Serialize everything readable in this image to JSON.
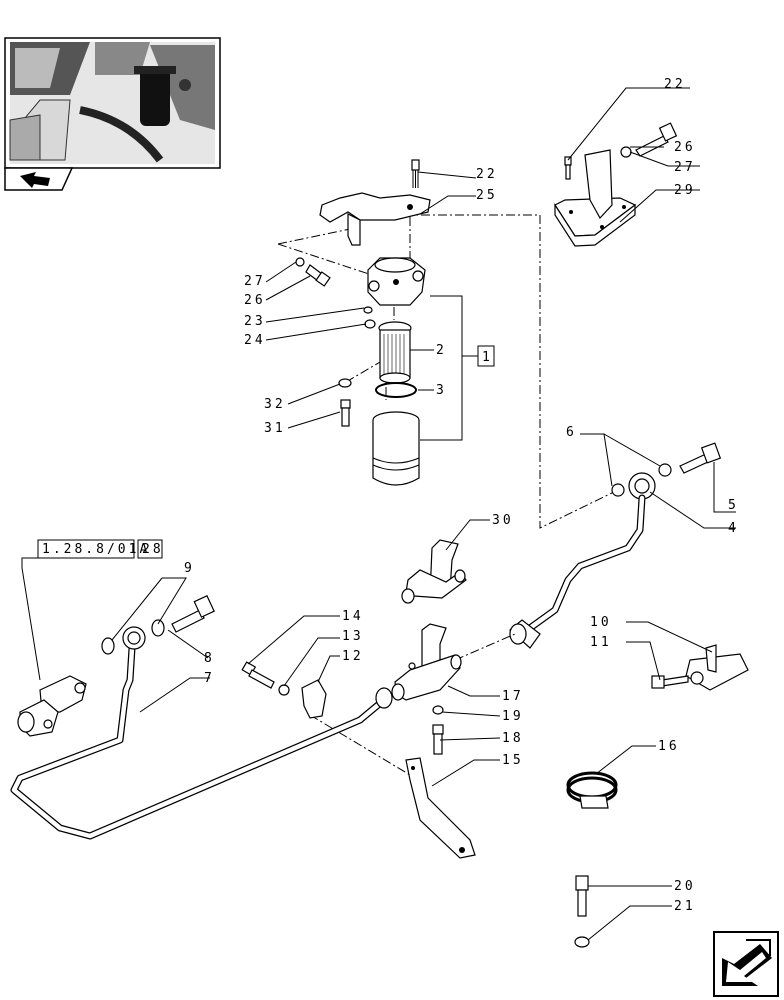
{
  "callouts": {
    "c22a": "22",
    "c26a": "26",
    "c27a": "27",
    "c29": "29",
    "c22b": "22",
    "c25": "25",
    "c27b": "27",
    "c26b": "26",
    "c23": "23",
    "c24": "24",
    "c2": "2",
    "c3": "3",
    "c1": "1",
    "c32": "32",
    "c31": "31",
    "c6": "6",
    "c5": "5",
    "c4": "4",
    "c30": "30",
    "c9": "9",
    "c8": "8",
    "c7": "7",
    "c14": "14",
    "c13": "13",
    "c12": "12",
    "c10": "10",
    "c11": "11",
    "c17": "17",
    "c19": "19",
    "c18": "18",
    "c15": "15",
    "c16": "16",
    "c20": "20",
    "c21": "21"
  },
  "reference": {
    "code": "1.28.8/01A",
    "page": "28"
  },
  "icons": {
    "thumbnail": "tractor-location-thumbnail",
    "nav_prev": "arrow-back-icon",
    "nav_next": "arrow-forward-icon"
  }
}
